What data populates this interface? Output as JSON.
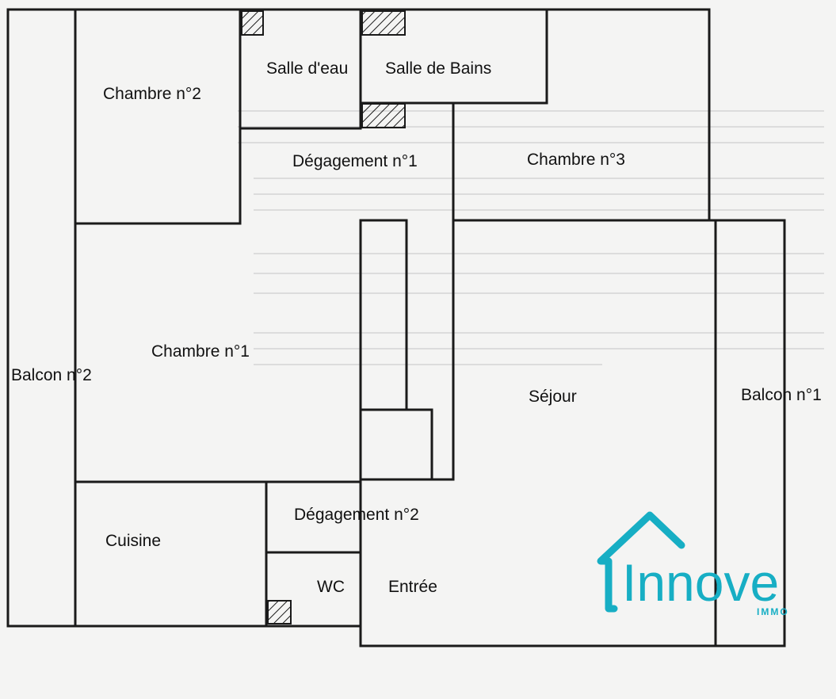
{
  "rooms": {
    "chambre_2": "Chambre n°2",
    "salle_eau": "Salle d'eau",
    "salle_bains": "Salle de Bains",
    "degagement_1": "Dégagement n°1",
    "chambre_3": "Chambre n°3",
    "chambre_1": "Chambre n°1",
    "balcon_2": "Balcon n°2",
    "sejour": "Séjour",
    "balcon_1": "Balcon n°1",
    "degagement_2": "Dégagement n°2",
    "cuisine": "Cuisine",
    "wc": "WC",
    "entree": "Entrée"
  },
  "brand": {
    "name": "Innove",
    "subtitle": "IMMO",
    "color": "#17aec4"
  },
  "colors": {
    "wall": "#1a1a1a",
    "paper": "#f4f4f3"
  }
}
